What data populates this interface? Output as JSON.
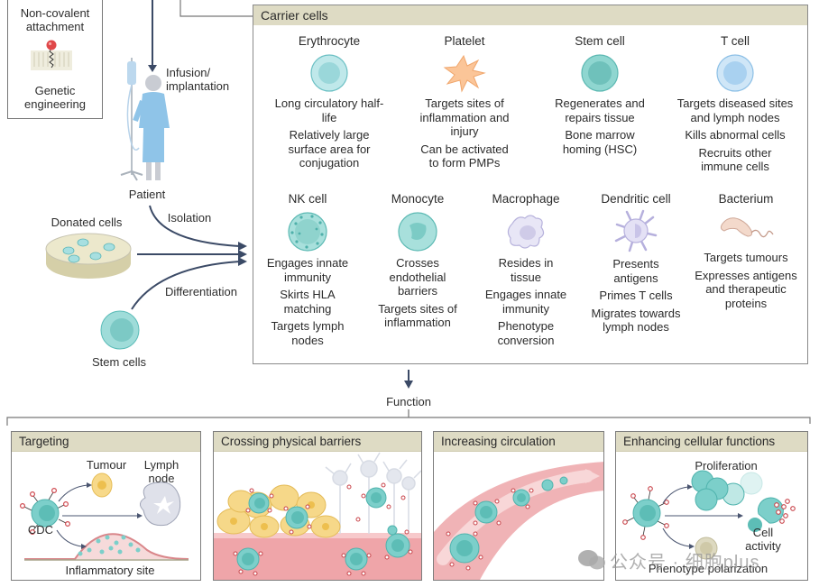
{
  "left_box": {
    "items": [
      "Non-covalent attachment",
      "Genetic engineering"
    ]
  },
  "patient": {
    "infusion_label": "Infusion/ implantation",
    "patient_label": "Patient"
  },
  "sources": {
    "isolation_label": "Isolation",
    "donated_label": "Donated cells",
    "differentiation_label": "Differentiation",
    "stem_label": "Stem cells"
  },
  "carrier_cells": {
    "title": "Carrier cells",
    "cells": [
      {
        "name": "Erythrocyte",
        "icon": "erythrocyte-icon",
        "desc": [
          "Long circulatory half-life",
          "Relatively large surface area for conjugation"
        ]
      },
      {
        "name": "Platelet",
        "icon": "platelet-icon",
        "desc": [
          "Targets sites of inflammation and injury",
          "Can be activated to form PMPs"
        ]
      },
      {
        "name": "Stem cell",
        "icon": "stem-cell-icon",
        "desc": [
          "Regenerates and repairs tissue",
          "Bone marrow homing (HSC)"
        ]
      },
      {
        "name": "T cell",
        "icon": "t-cell-icon",
        "desc": [
          "Targets diseased sites and lymph nodes",
          "Kills abnormal cells",
          "Recruits other immune cells"
        ]
      },
      {
        "name": "NK cell",
        "icon": "nk-cell-icon",
        "desc": [
          "Engages innate immunity",
          "Skirts HLA matching",
          "Targets lymph nodes"
        ]
      },
      {
        "name": "Monocyte",
        "icon": "monocyte-icon",
        "desc": [
          "Crosses endothelial barriers",
          "Targets sites of inflammation"
        ]
      },
      {
        "name": "Macrophage",
        "icon": "macrophage-icon",
        "desc": [
          "Resides in tissue",
          "Engages innate immunity",
          "Phenotype conversion"
        ]
      },
      {
        "name": "Dendritic cell",
        "icon": "dendritic-cell-icon",
        "desc": [
          "Presents antigens",
          "Primes T cells",
          "Migrates towards lymph nodes"
        ]
      },
      {
        "name": "Bacterium",
        "icon": "bacterium-icon",
        "desc": [
          "Targets tumours",
          "Expresses antigens and therapeutic proteins"
        ]
      }
    ]
  },
  "function_label": "Function",
  "functions": [
    {
      "title": "Targeting",
      "labels": {
        "tumour": "Tumour",
        "lymph": "Lymph node",
        "cdc": "CDC",
        "inflam": "Inflammatory site"
      }
    },
    {
      "title": "Crossing physical barriers"
    },
    {
      "title": "Increasing circulation"
    },
    {
      "title": "Enhancing cellular functions",
      "labels": {
        "prolif": "Proliferation",
        "activity": "Cell activity",
        "polar": "Phenotype polarization"
      }
    }
  ],
  "watermark": "公众号 · 细胞plus",
  "colors": {
    "header_bg": "#dedbc4",
    "arrow": "#3b4a66",
    "cell_teal": "#7fd0cc",
    "blood_pink": "#e7a3a6"
  }
}
